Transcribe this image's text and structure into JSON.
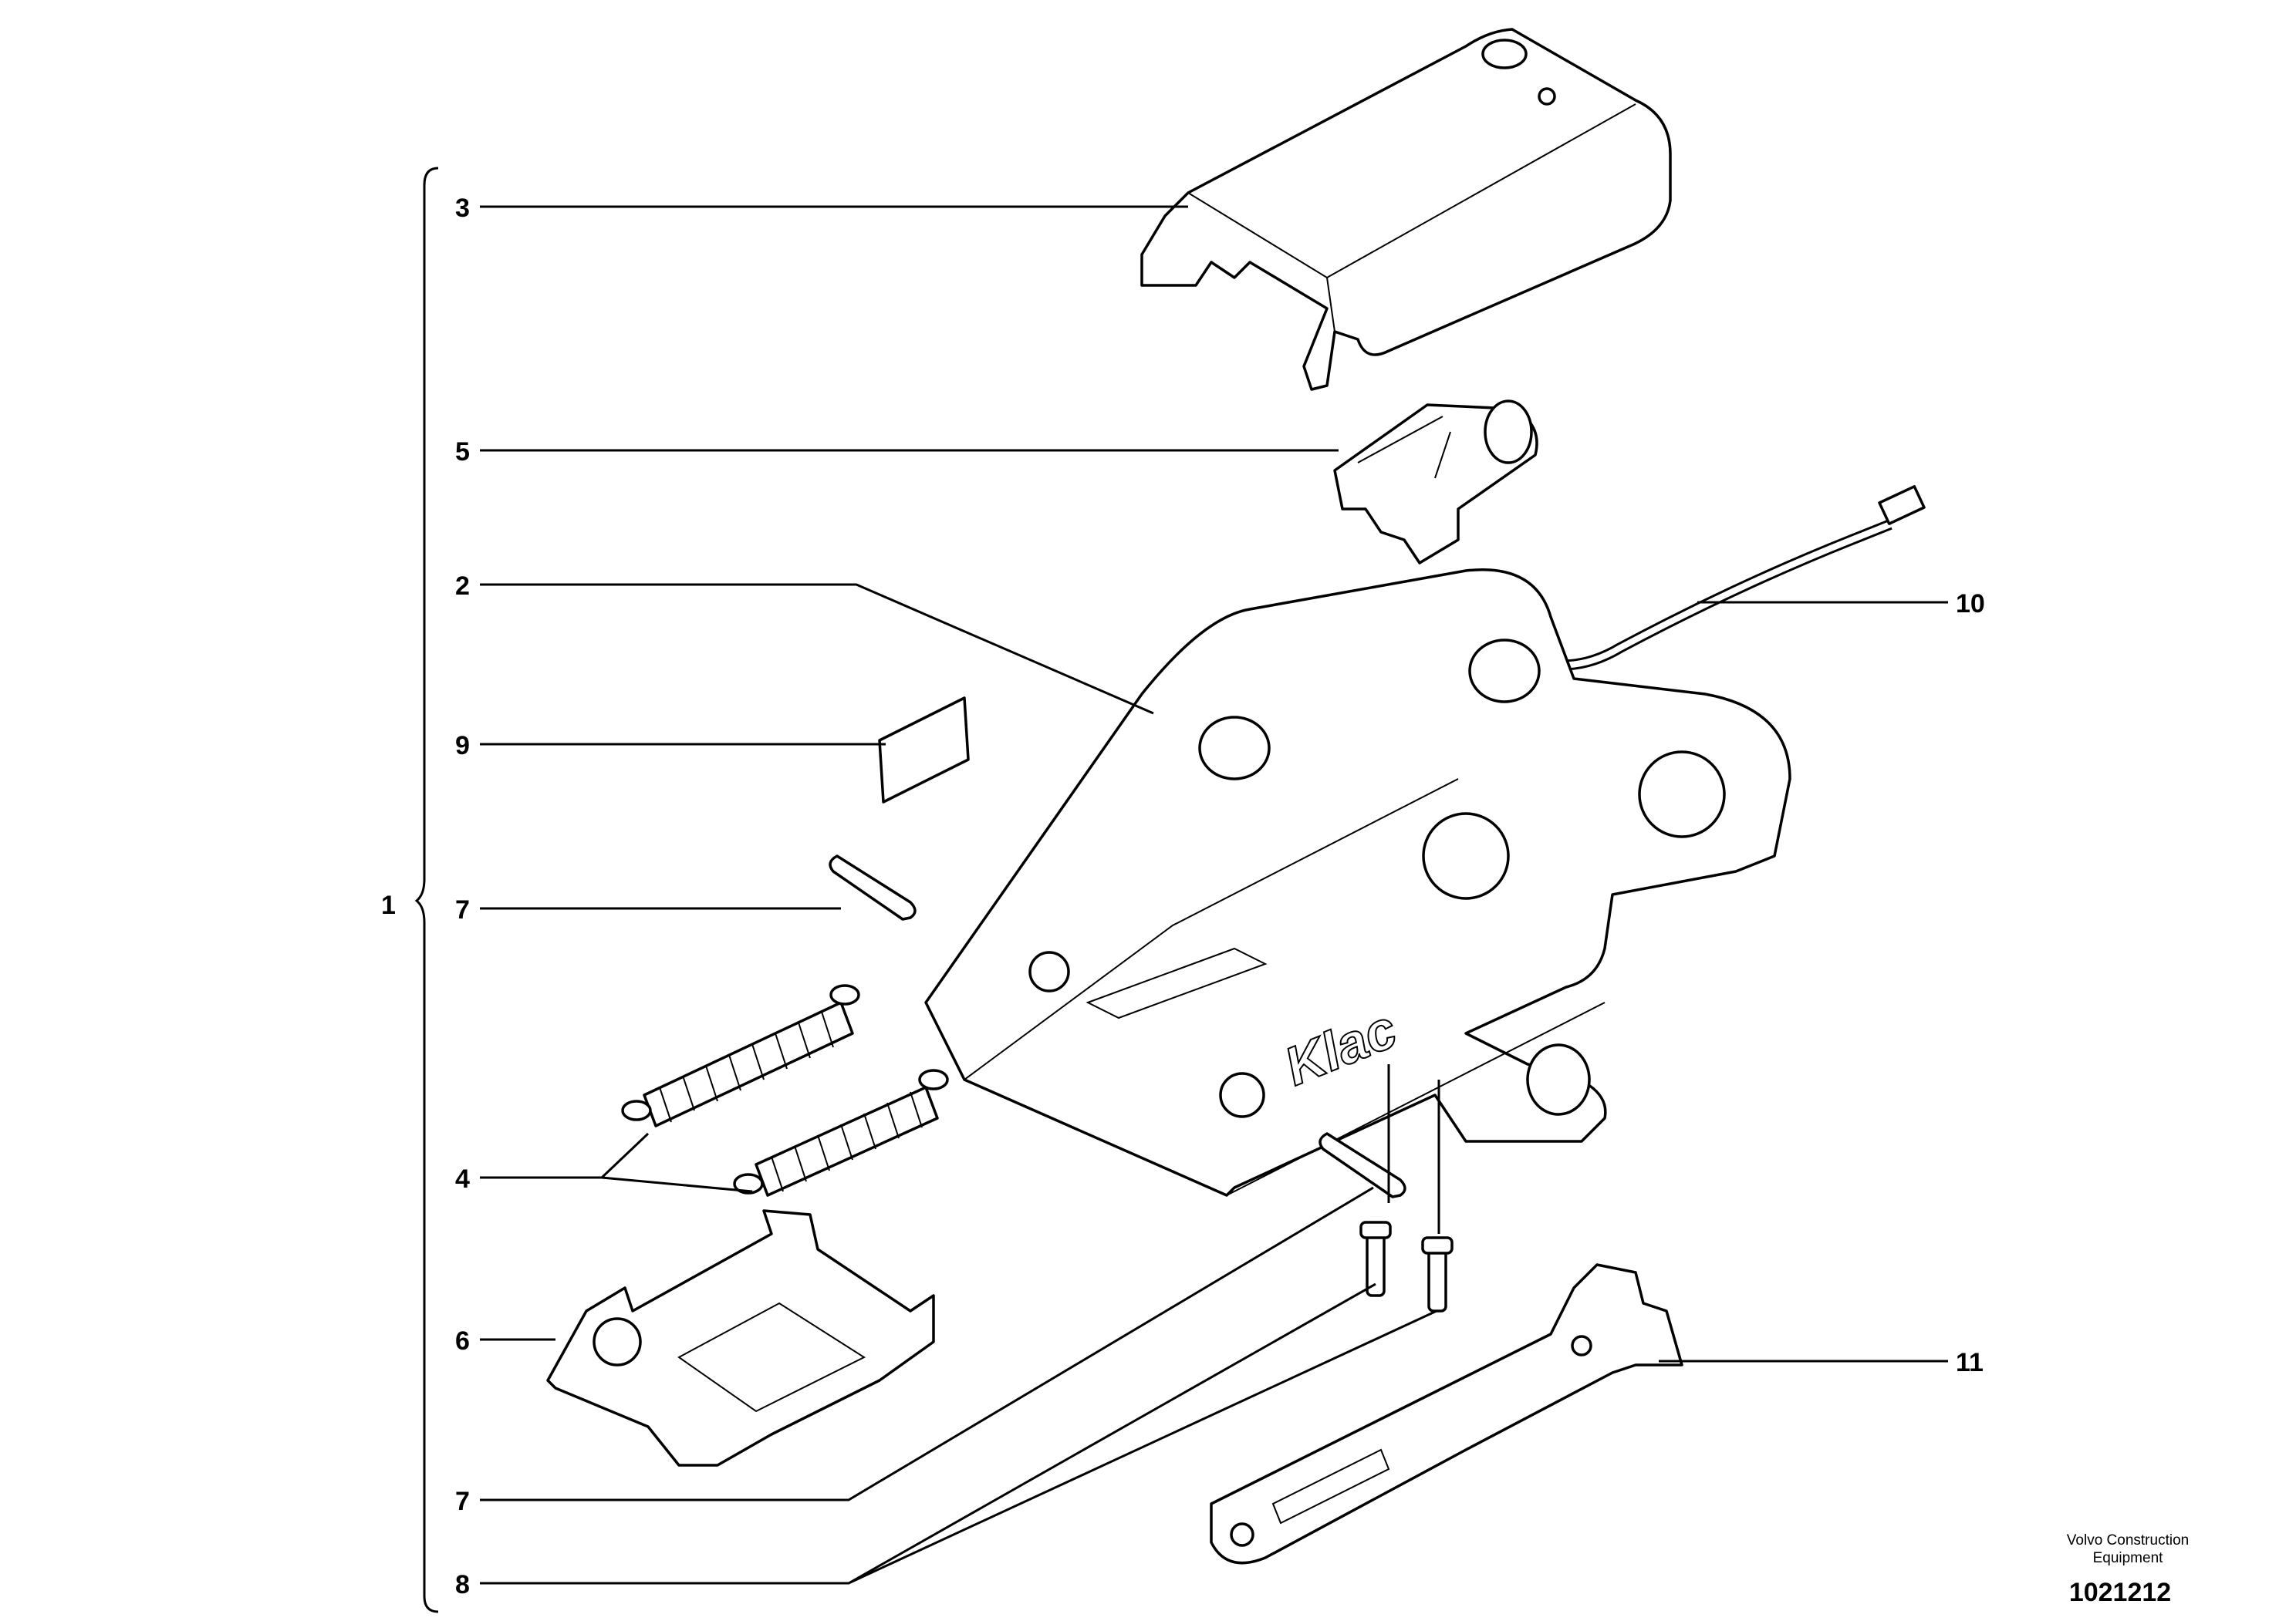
{
  "callouts": [
    {
      "id": "1",
      "text": "1"
    },
    {
      "id": "3",
      "text": "3"
    },
    {
      "id": "5",
      "text": "5"
    },
    {
      "id": "2",
      "text": "2"
    },
    {
      "id": "9",
      "text": "9"
    },
    {
      "id": "7a",
      "text": "7"
    },
    {
      "id": "4",
      "text": "4"
    },
    {
      "id": "6",
      "text": "6"
    },
    {
      "id": "7b",
      "text": "7"
    },
    {
      "id": "8",
      "text": "8"
    },
    {
      "id": "10",
      "text": "10"
    },
    {
      "id": "11",
      "text": "11"
    }
  ],
  "logo_text": "Klac",
  "footer": {
    "brand_line1": "Volvo Construction",
    "brand_line2": "Equipment",
    "doc_number": "1021212"
  }
}
